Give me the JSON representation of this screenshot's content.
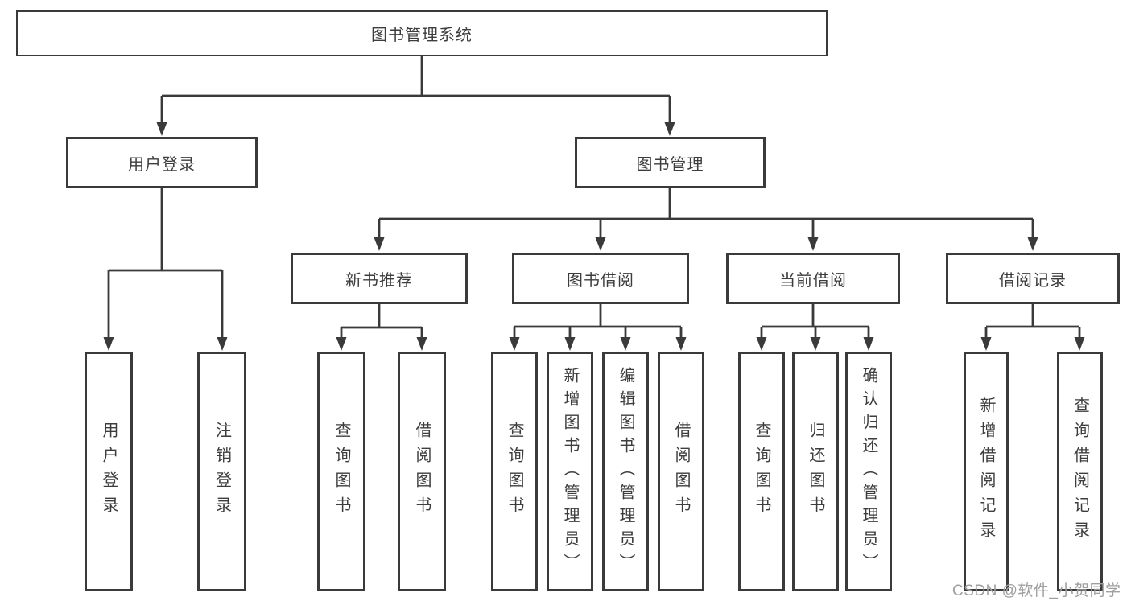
{
  "colors": {
    "line": "#3a3a3a",
    "text": "#3d3d3d",
    "background": "#ffffff",
    "watermark": "#9f9f9f"
  },
  "watermark": {
    "text": "CSDN @软件_小贺同学"
  },
  "diagram": {
    "root": {
      "label": "图书管理系统"
    },
    "level2": [
      {
        "label": "用户登录"
      },
      {
        "label": "图书管理"
      }
    ],
    "level3": [
      {
        "label": "新书推荐",
        "parent": "图书管理"
      },
      {
        "label": "图书借阅",
        "parent": "图书管理"
      },
      {
        "label": "当前借阅",
        "parent": "图书管理"
      },
      {
        "label": "借阅记录",
        "parent": "图书管理"
      }
    ],
    "leaves": [
      {
        "label": "用户登录",
        "parent": "用户登录"
      },
      {
        "label": "注销登录",
        "parent": "用户登录"
      },
      {
        "label": "查询图书",
        "parent": "新书推荐"
      },
      {
        "label": "借阅图书",
        "parent": "新书推荐"
      },
      {
        "label": "查询图书",
        "parent": "图书借阅"
      },
      {
        "label": "新增图书（管理员）",
        "parent": "图书借阅"
      },
      {
        "label": "编辑图书（管理员）",
        "parent": "图书借阅"
      },
      {
        "label": "借阅图书",
        "parent": "图书借阅"
      },
      {
        "label": "查询图书",
        "parent": "当前借阅"
      },
      {
        "label": "归还图书",
        "parent": "当前借阅"
      },
      {
        "label": "确认归还（管理员）",
        "parent": "当前借阅"
      },
      {
        "label": "新增借阅记录",
        "parent": "借阅记录"
      },
      {
        "label": "查询借阅记录",
        "parent": "借阅记录"
      }
    ]
  }
}
